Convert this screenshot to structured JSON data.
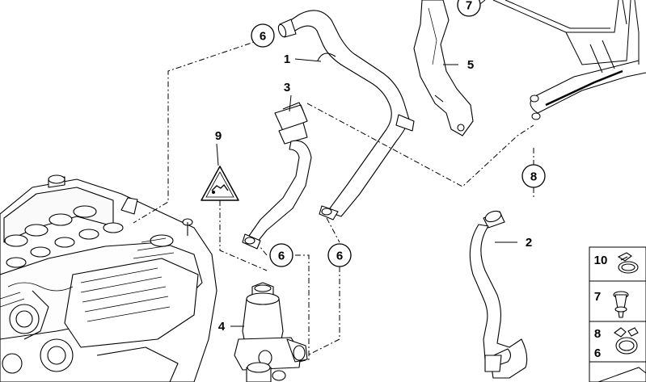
{
  "callouts": {
    "c1": "1",
    "c2": "2",
    "c3": "3",
    "c4": "4",
    "c5": "5",
    "c9": "9",
    "c6_top": "6",
    "c7_top": "7",
    "c8_right": "8",
    "c6_lower_left": "6",
    "c6_lower_right": "6"
  },
  "legend": {
    "row1": "10",
    "row2": "7",
    "row3a": "8",
    "row3b": "6"
  },
  "icons": {
    "engine": "engine-block-icon",
    "warning": "warning-triangle-icon",
    "clamp": "hose-clamp-icon",
    "clip": "plastic-clip-icon",
    "spring_clamp": "spring-clamp-icon"
  }
}
